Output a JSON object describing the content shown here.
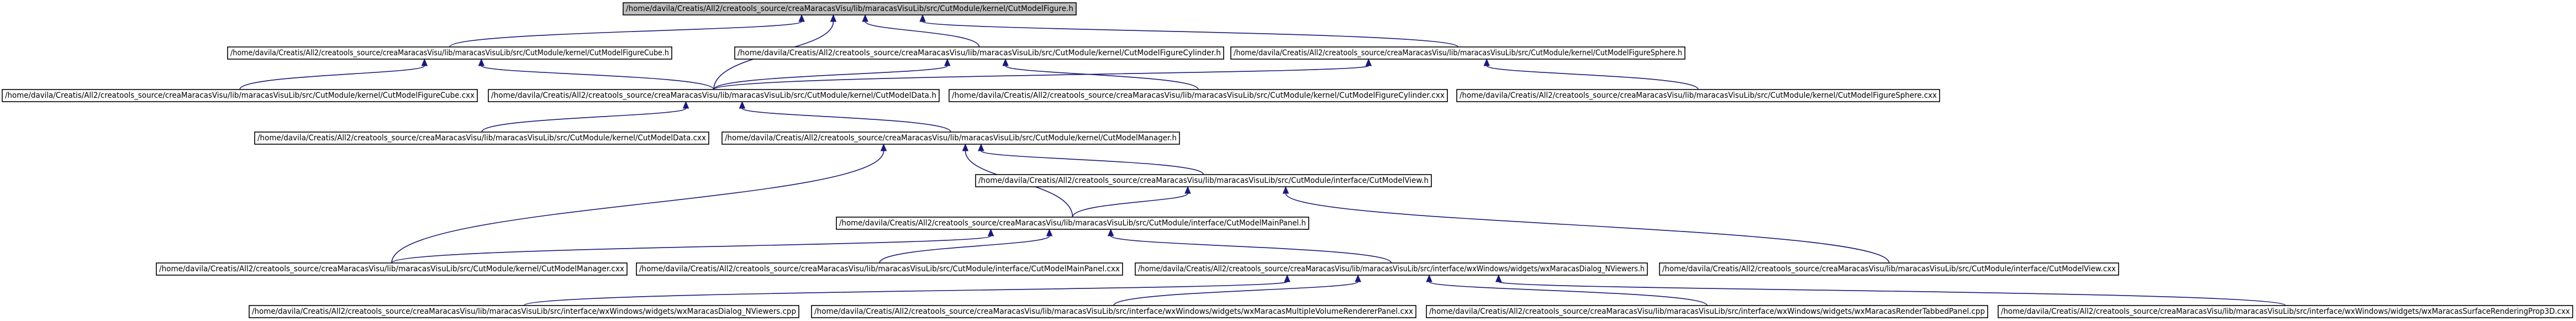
{
  "diagram": {
    "nodes": {
      "cutmodelfigure_h": "/home/davila/Creatis/All2/creatools_source/creaMaracasVisu/lib/maracasVisuLib/src/CutModule/kernel/CutModelFigure.h",
      "cutmodelfigurecube_h": "/home/davila/Creatis/All2/creatools_source/creaMaracasVisu/lib/maracasVisuLib/src/CutModule/kernel/CutModelFigureCube.h",
      "cutmodelfigurecylinder_h": "/home/davila/Creatis/All2/creatools_source/creaMaracasVisu/lib/maracasVisuLib/src/CutModule/kernel/CutModelFigureCylinder.h",
      "cutmodelfiguresphere_h": "/home/davila/Creatis/All2/creatools_source/creaMaracasVisu/lib/maracasVisuLib/src/CutModule/kernel/CutModelFigureSphere.h",
      "cutmodelfigurecube_cxx": "/home/davila/Creatis/All2/creatools_source/creaMaracasVisu/lib/maracasVisuLib/src/CutModule/kernel/CutModelFigureCube.cxx",
      "cutmodeldata_h": "/home/davila/Creatis/All2/creatools_source/creaMaracasVisu/lib/maracasVisuLib/src/CutModule/kernel/CutModelData.h",
      "cutmodelfigurecylinder_cxx": "/home/davila/Creatis/All2/creatools_source/creaMaracasVisu/lib/maracasVisuLib/src/CutModule/kernel/CutModelFigureCylinder.cxx",
      "cutmodelfiguresphere_cxx": "/home/davila/Creatis/All2/creatools_source/creaMaracasVisu/lib/maracasVisuLib/src/CutModule/kernel/CutModelFigureSphere.cxx",
      "cutmodeldata_cxx": "/home/davila/Creatis/All2/creatools_source/creaMaracasVisu/lib/maracasVisuLib/src/CutModule/kernel/CutModelData.cxx",
      "cutmodelmanager_h": "/home/davila/Creatis/All2/creatools_source/creaMaracasVisu/lib/maracasVisuLib/src/CutModule/kernel/CutModelManager.h",
      "cutmodelview_h": "/home/davila/Creatis/All2/creatools_source/creaMaracasVisu/lib/maracasVisuLib/src/CutModule/interface/CutModelView.h",
      "cutmodelmainpanel_h": "/home/davila/Creatis/All2/creatools_source/creaMaracasVisu/lib/maracasVisuLib/src/CutModule/interface/CutModelMainPanel.h",
      "cutmodelmanager_cxx": "/home/davila/Creatis/All2/creatools_source/creaMaracasVisu/lib/maracasVisuLib/src/CutModule/kernel/CutModelManager.cxx",
      "cutmodelmainpanel_cxx": "/home/davila/Creatis/All2/creatools_source/creaMaracasVisu/lib/maracasVisuLib/src/CutModule/interface/CutModelMainPanel.cxx",
      "wxmaracasdialog_nviewers_h": "/home/davila/Creatis/All2/creatools_source/creaMaracasVisu/lib/maracasVisuLib/src/interface/wxWindows/widgets/wxMaracasDialog_NViewers.h",
      "cutmodelview_cxx": "/home/davila/Creatis/All2/creatools_source/creaMaracasVisu/lib/maracasVisuLib/src/CutModule/interface/CutModelView.cxx",
      "wxmaracasdialog_nviewers_cpp": "/home/davila/Creatis/All2/creatools_source/creaMaracasVisu/lib/maracasVisuLib/src/interface/wxWindows/widgets/wxMaracasDialog_NViewers.cpp",
      "wxmaracasmultiplevolumerendererpanel_cpp": "/home/davila/Creatis/All2/creatools_source/creaMaracasVisu/lib/maracasVisuLib/src/interface/wxWindows/widgets/wxMaracasMultipleVolumeRendererPanel.cxx",
      "wxmaracasrendertabbedpanel_cpp": "/home/davila/Creatis/All2/creatools_source/creaMaracasVisu/lib/maracasVisuLib/src/interface/wxWindows/widgets/wxMaracasRenderTabbedPanel.cpp",
      "wxmaracassurfacerenderingprop3d_cxx": "/home/davila/Creatis/All2/creatools_source/creaMaracasVisu/lib/maracasVisuLib/src/interface/wxWindows/widgets/wxMaracasSurfaceRenderingProp3D.cxx"
    },
    "colors": {
      "root_fill": "#bfbfbf",
      "node_fill": "#ffffff",
      "edge": "#1a1a7a"
    }
  }
}
